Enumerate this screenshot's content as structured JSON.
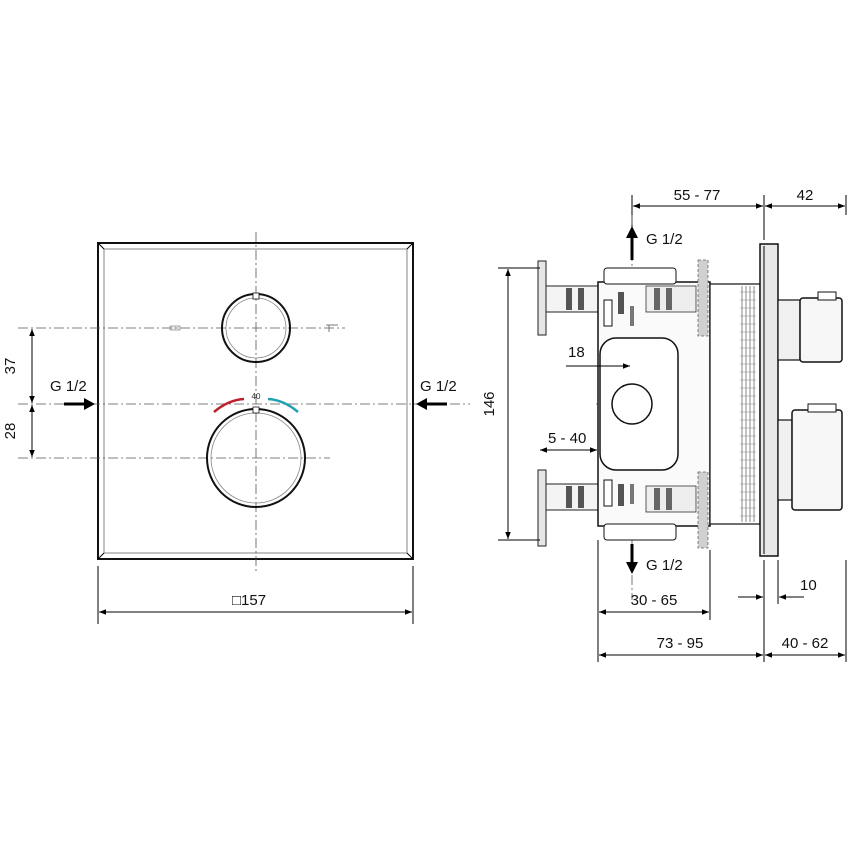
{
  "front_view": {
    "dim_width": "□157",
    "dim_upper": "37",
    "dim_lower": "28",
    "inlet_left": "G 1/2",
    "inlet_right": "G 1/2",
    "temp_mark": "40"
  },
  "side_view": {
    "dim_55_77": "55 - 77",
    "dim_42": "42",
    "outlet_top": "G 1/2",
    "outlet_bottom": "G 1/2",
    "dim_18": "18",
    "dim_146": "146",
    "dim_5_40": "5 - 40",
    "dim_30_65": "30 - 65",
    "dim_10": "10",
    "dim_73_95": "73 - 95",
    "dim_40_62": "40 - 62"
  }
}
